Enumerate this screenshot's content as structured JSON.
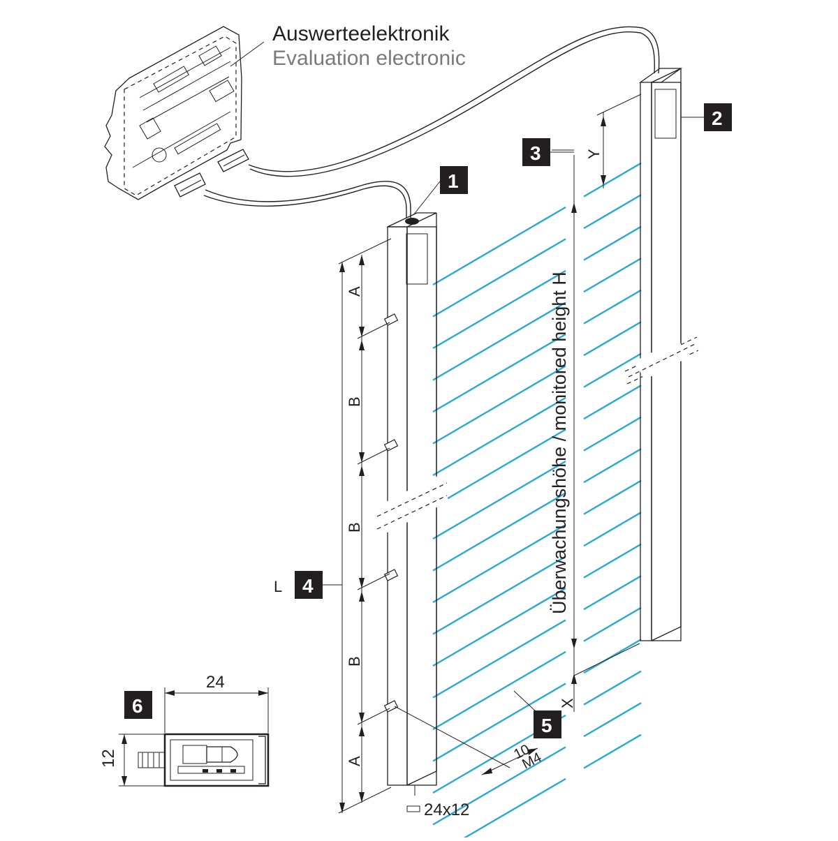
{
  "title_de": "Auswerteelektronik",
  "title_en": "Evaluation electronic",
  "monitored_height_label": "Überwachungshöhe / monitored height H",
  "badges": [
    "1",
    "2",
    "3",
    "4",
    "5",
    "6"
  ],
  "dim_labels": {
    "A": "A",
    "B": "B",
    "Y": "Y",
    "X": "X",
    "L": "L",
    "thread_len": "10",
    "thread": "M4",
    "profile": "24x12",
    "width": "24",
    "height": "12"
  },
  "colors": {
    "beam": "#29a9d6",
    "line": "#231f20",
    "subtitle": "#7a7a7a"
  }
}
